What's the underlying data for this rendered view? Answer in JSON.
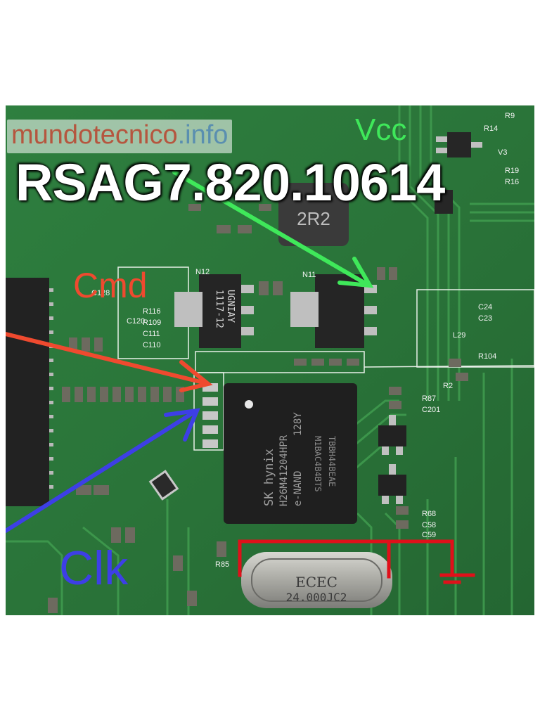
{
  "watermark": {
    "site": "mundotecnico",
    "tld": ".info"
  },
  "board_code": "RSAG7.820.10614",
  "labels": {
    "vcc": "Vcc",
    "cmd": "Cmd",
    "clk": "Clk"
  },
  "emmc": {
    "brand": "SK hynix",
    "part": "H26M41204HPR",
    "type": "e-NAND",
    "size": "128Y",
    "lot1": "TBBH44BEAE",
    "lot2": "M1BAC4B4BTS"
  },
  "regulators": {
    "left_line1": "1117-12",
    "left_line2": "UGNIAY"
  },
  "crystal": {
    "brand": "ECEC",
    "freq": "24.000JC2"
  },
  "pcb_labels": {
    "n12": "N12",
    "n11": "N11",
    "l29": "L29",
    "r104": "R104",
    "r2": "R2",
    "v3": "V3",
    "r9": "R9",
    "r14": "R14",
    "r19": "R19",
    "r16": "R16",
    "r116": "R116",
    "r109": "R109",
    "c111": "C111",
    "c110": "C110",
    "c128": "C128",
    "c120": "C120",
    "r85": "R85",
    "c58": "C58",
    "c59": "C59",
    "r68": "R68",
    "r87": "R87",
    "c201": "C201",
    "c24": "C24",
    "c23": "C23"
  },
  "colors": {
    "vcc_arrow": "#3fe85a",
    "cmd_arrow": "#ef4a2f",
    "clk_arrow": "#3d3fe6",
    "ground_marker": "#e0101a",
    "pcb": "#2f7a3c"
  }
}
